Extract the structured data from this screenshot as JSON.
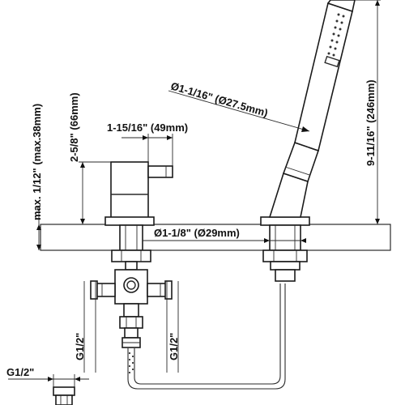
{
  "dimensions": {
    "spout_diameter": "Ø1-1/8\" (Ø29mm)",
    "handle_length": "1-15/16\" (49mm)",
    "mixer_height": "2-5/8\" (66mm)",
    "max_deck_thickness": "max. 1/12\" (max.38mm)",
    "handshower_diameter": "Ø1-1/16\" (Ø27.5mm)",
    "handshower_height": "9-11/16\" (246mm)",
    "inlet_left": "G1/2\"",
    "inlet_right": "G1/2\"",
    "hose_connection": "G1/2\""
  }
}
